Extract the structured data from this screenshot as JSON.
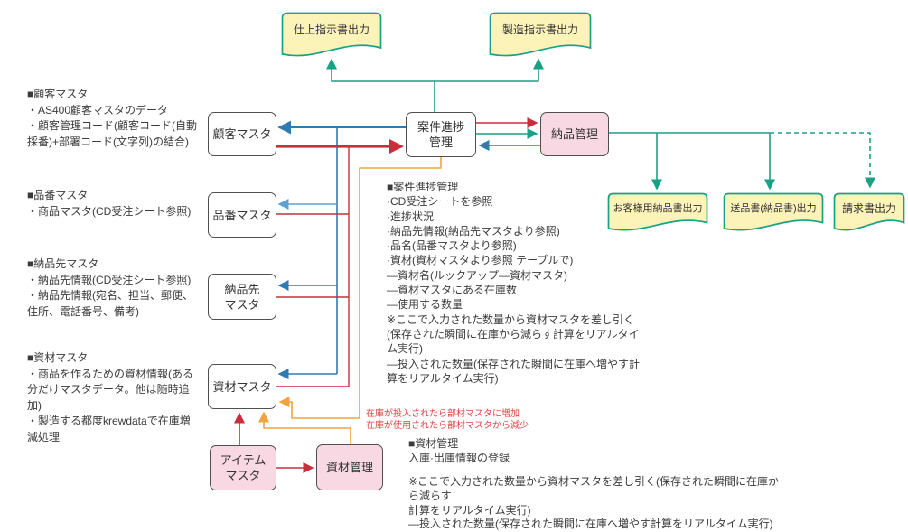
{
  "diagram": {
    "boxes": {
      "kokyaku_master": {
        "label": "顧客マスタ"
      },
      "hinban_master": {
        "label": "品番マスタ"
      },
      "nohinsaki_master": {
        "label": "納品先\nマスタ"
      },
      "shizai_master": {
        "label": "資材マスタ"
      },
      "item_master": {
        "label": "アイテム\nマスタ"
      },
      "shizai_kanri": {
        "label": "資材管理"
      },
      "anken_shinchoku_kanri": {
        "label": "案件進捗\n管理"
      },
      "nohin_kanri": {
        "label": "納品管理"
      }
    },
    "documents": {
      "shiage": {
        "label": "仕上指示書出力"
      },
      "seizo": {
        "label": "製造指示書出力"
      },
      "okyakusama": {
        "label": "お客様用納品書出力"
      },
      "sohin": {
        "label": "送品書(納品書)出力"
      },
      "seikyu": {
        "label": "請求書出力"
      }
    },
    "notes": {
      "kokyaku": "■顧客マスタ\n・AS400顧客マスタのデータ\n・顧客管理コード(顧客コード(自動\n採番)+部署コード(文字列)の結合)",
      "hinban": "■品番マスタ\n・商品マスタ(CD受注シート参照)",
      "nohinsaki": "■納品先マスタ\n・納品先情報(CD受注シート参照)\n・納品先情報(宛名、担当、郵便、\n住所、電話番号、備考)",
      "shizai": "■資材マスタ\n・商品を作るための資材情報(ある\n分だけマスタデータ。他は随時追\n加)\n・製造する都度krewdataで在庫増\n減処理",
      "anken": "■案件進捗管理\n·CD受注シートを参照\n·進捗状況\n·納品先情報(納品先マスタより参照)\n·品名(品番マスタより参照)\n·資材(資材マスタより参照 テーブルで)\n―資材名(ルックアップ―資材マスタ)\n―資材マスタにある在庫数\n―使用する数量\n※ここで入力された数量から資材マスタを差し引く\n(保存された瞬間に在庫から減らす計算をリアルタイ\nム実行)\n―投入された数量(保存された瞬間に在庫へ増やす計\n算をリアルタイム実行)",
      "zaiko_red": "在庫が投入されたら部材マスタに増加\n在庫が使用されたら部材マスタから減少",
      "shizai_kanri_header": "■資材管理\n入庫·出庫情報の登録",
      "shizai_kanri_detail": "※ここで入力された数量から資材マスタを差し引く(保存された瞬間に在庫から減らす\n計算をリアルタイム実行)\n―投入された数量(保存された瞬間に在庫へ増やす計算をリアルタイム実行)"
    },
    "colors": {
      "teal": "#19A186",
      "blue": "#2E7BB4",
      "light_blue": "#5FA0D0",
      "red": "#CC2D3D",
      "orange": "#F1A33F",
      "red_note": "#E24444",
      "doc_fill": "#FCF3B8",
      "pink_fill": "#F8D8E2",
      "box_border": "#4F4F4F"
    }
  }
}
